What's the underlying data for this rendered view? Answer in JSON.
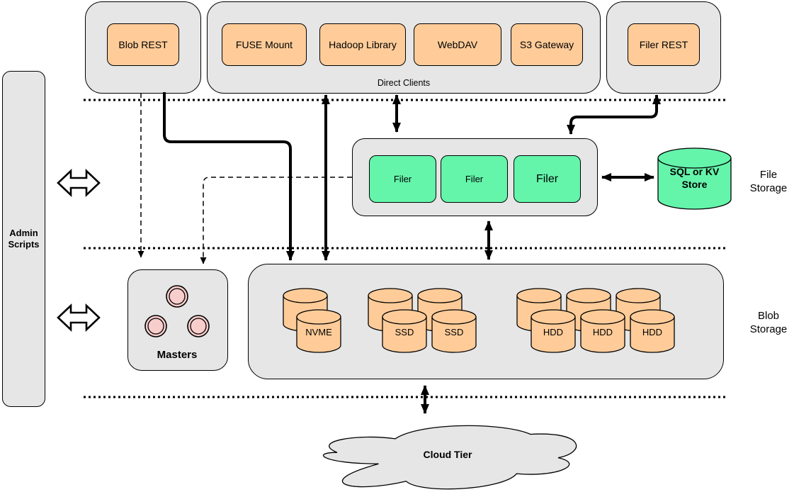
{
  "colors": {
    "container_gray": "#E6E6E6",
    "node_orange": "#FFCC99",
    "node_green": "#64F5AB",
    "master_pink": "#F8CECC",
    "line_black": "#000000"
  },
  "admin": {
    "label": "Admin Scripts"
  },
  "top_row": {
    "blob_rest_label": "Blob REST",
    "direct_clients": {
      "caption": "Direct Clients",
      "items": [
        "FUSE Mount",
        "Hadoop Library",
        "WebDAV",
        "S3 Gateway"
      ]
    },
    "filer_rest_label": "Filer REST"
  },
  "file_storage": {
    "section_label": "File Storage",
    "filers": [
      "Filer",
      "Filer",
      "Filer"
    ],
    "store_label": "SQL or KV Store"
  },
  "blob_storage": {
    "section_label": "Blob Storage",
    "masters_label": "Masters",
    "nvme_label": "NVME",
    "ssd_labels": [
      "SSD",
      "SSD"
    ],
    "hdd_labels": [
      "HDD",
      "HDD",
      "HDD"
    ]
  },
  "cloud": {
    "label": "Cloud Tier"
  }
}
